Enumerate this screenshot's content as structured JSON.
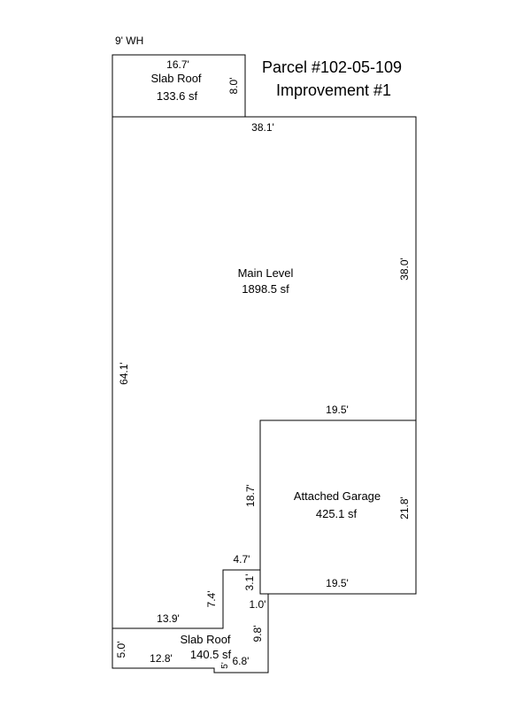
{
  "title": {
    "line1": "Parcel #102-05-109",
    "line2": "Improvement #1"
  },
  "notes": {
    "water_heater": "9' WH"
  },
  "areas": {
    "slab_roof_top": {
      "name": "Slab Roof",
      "area": "133.6 sf"
    },
    "main_level": {
      "name": "Main Level",
      "area": "1898.5 sf"
    },
    "garage": {
      "name": "Attached Garage",
      "area": "425.1 sf"
    },
    "slab_roof_bottom": {
      "name": "Slab Roof",
      "area": "140.5 sf"
    }
  },
  "dimensions": {
    "slab_top_width": "16.7'",
    "slab_top_height": "8.0'",
    "main_top": "38.1'",
    "main_right": "38.0'",
    "main_left": "64.1'",
    "garage_top": "19.5'",
    "garage_left": "18.7'",
    "garage_right": "21.8'",
    "garage_bottom": "19.5'",
    "step_top": "4.7'",
    "step_side": "3.1'",
    "step_small": "1.0'",
    "inner_vertical": "7.4'",
    "inner_horizontal": "13.9'",
    "slab_bottom_left": "5.0'",
    "slab_bottom_width": "12.8'",
    "slab_bottom_right": "9.8'",
    "slab_bottom_small": "5'",
    "slab_bottom_base": "6.8'"
  }
}
